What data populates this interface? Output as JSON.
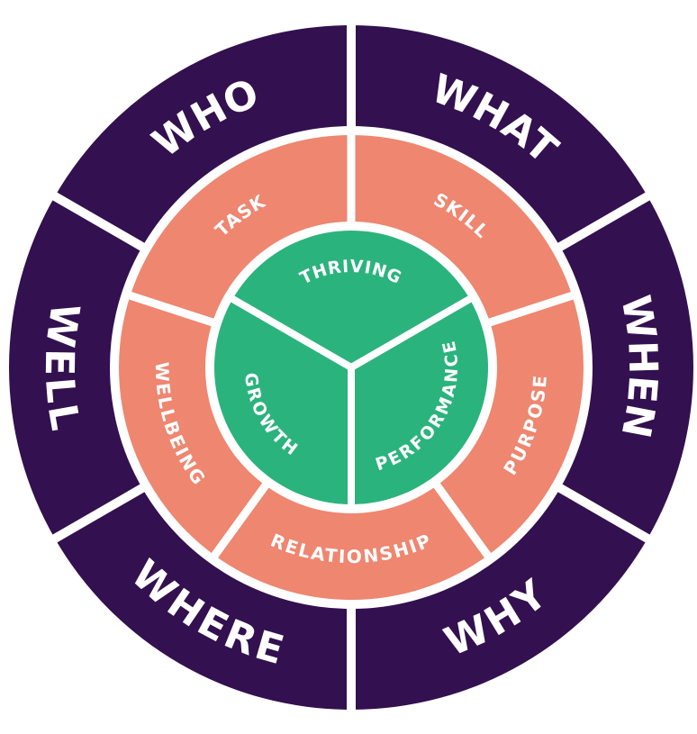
{
  "colors": {
    "outer": "#33104f",
    "middle": "#ee8670",
    "inner": "#2bb37d",
    "gap": "#ffffff",
    "text": "#ffffff"
  },
  "wheel": {
    "outer": [
      {
        "id": "what",
        "label": "WHAT"
      },
      {
        "id": "when",
        "label": "WHEN"
      },
      {
        "id": "why",
        "label": "WHY"
      },
      {
        "id": "where",
        "label": "WHERE"
      },
      {
        "id": "well",
        "label": "WELL"
      },
      {
        "id": "who",
        "label": "WHO"
      }
    ],
    "middle": [
      {
        "id": "skill",
        "label": "SKILL"
      },
      {
        "id": "purpose",
        "label": "PURPOSE"
      },
      {
        "id": "relationship",
        "label": "RELATIONSHIP"
      },
      {
        "id": "wellbeing",
        "label": "WELLBEING"
      },
      {
        "id": "task",
        "label": "TASK"
      }
    ],
    "inner": [
      {
        "id": "thriving",
        "label": "THRIVING"
      },
      {
        "id": "performance",
        "label": "PERFORMANCE"
      },
      {
        "id": "growth",
        "label": "GROWTH"
      }
    ]
  }
}
